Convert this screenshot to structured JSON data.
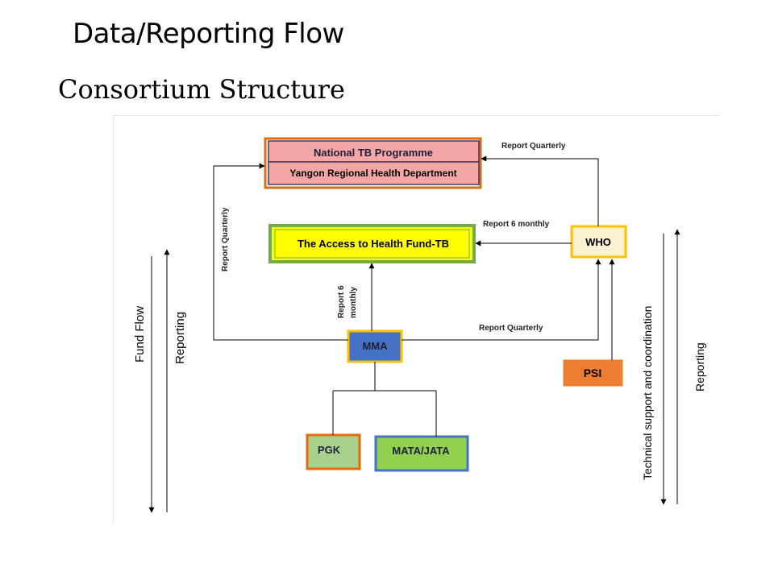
{
  "slide": {
    "title": "Data/Reporting Flow",
    "subtitle": "Consortium Structure"
  },
  "diagram": {
    "nodes": {
      "ntp": "National TB Programme",
      "yrhd": "Yangon Regional Health Department",
      "a2h": "The Access to Health Fund-TB",
      "who": "WHO",
      "mma": "MMA",
      "psi": "PSI",
      "pgk": "PGK",
      "mata": "MATA/JATA"
    },
    "edge_labels": {
      "who_to_ntp": "Report Quarterly",
      "who_to_a2h": "Report 6 monthly",
      "mma_to_ntp": "Report Quarterly",
      "mma_to_a2h_line1": "Report 6",
      "mma_to_a2h_line2": "monthly",
      "mma_to_who": "Report Quarterly"
    },
    "side_labels": {
      "fund_flow": "Fund Flow",
      "reporting_left": "Reporting",
      "technical_support": "Technical support and coordination",
      "reporting_right": "Reporting"
    },
    "colors": {
      "ntp_fill": "#f4a6a6",
      "ntp_border": "#e36c0a",
      "a2h_fill": "#ffff00",
      "a2h_border": "#70ad47",
      "who_fill": "#fdf2d0",
      "who_border": "#ffc000",
      "mma_fill": "#4472c4",
      "mma_border": "#ffc000",
      "psi_fill": "#ed7d31",
      "pgk_fill": "#a9d18e",
      "pgk_border": "#e36c0a",
      "mata_fill": "#92d050",
      "mata_border": "#4472c4"
    }
  }
}
